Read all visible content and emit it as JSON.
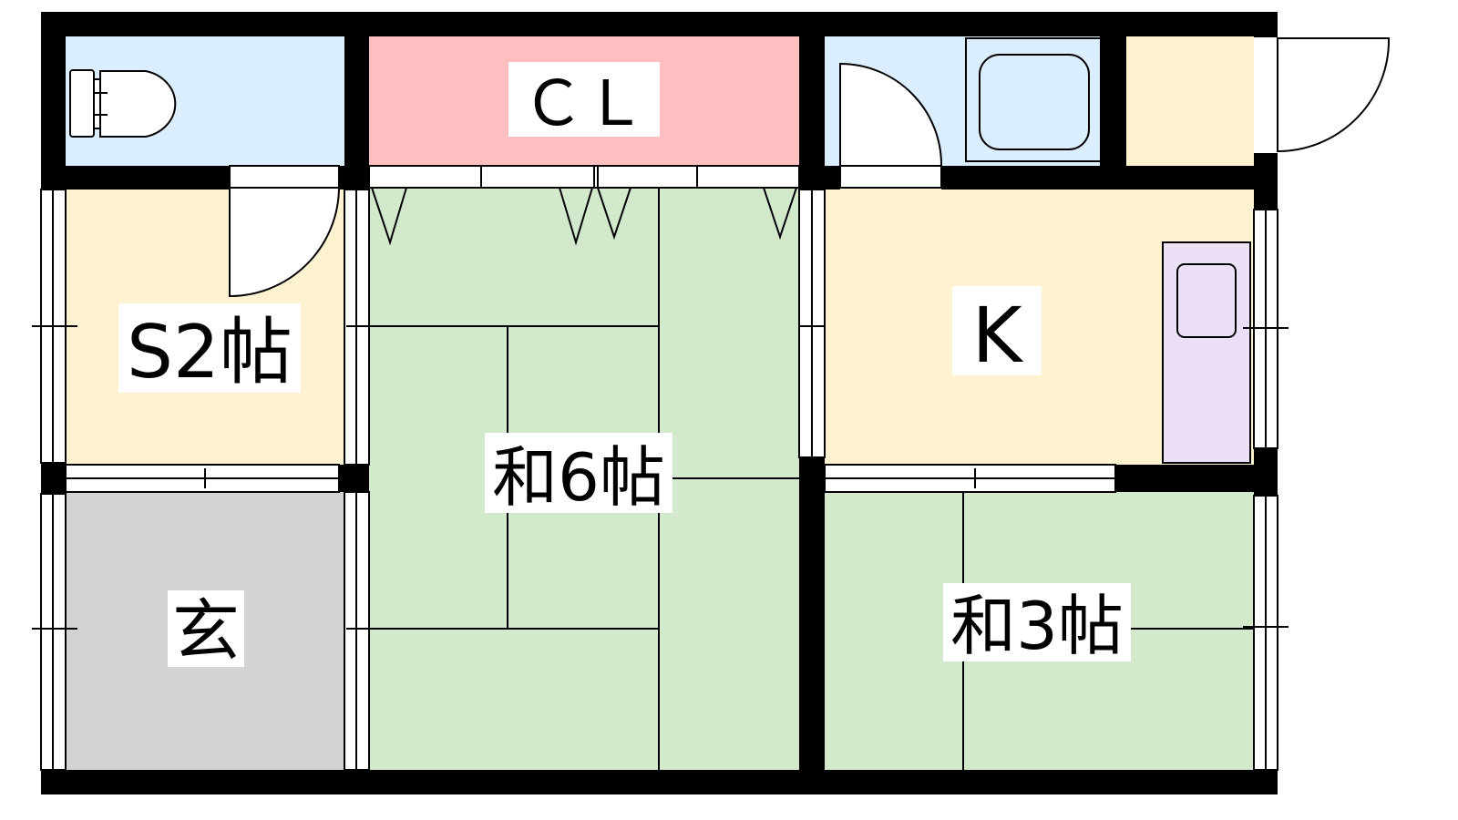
{
  "floorplan": {
    "rooms": [
      {
        "id": "toilet",
        "name": "",
        "color": "#dbeeff"
      },
      {
        "id": "closet",
        "name": "ＣＬ",
        "color": "#ffbfc0"
      },
      {
        "id": "bath",
        "name": "",
        "color": "#dbeeff"
      },
      {
        "id": "storage",
        "name": "",
        "color": "#fff2d1"
      },
      {
        "id": "service-room",
        "name": "S2帖",
        "color": "#fff2d1"
      },
      {
        "id": "washitsu-6",
        "name": "和6帖",
        "color": "#d3e9cc"
      },
      {
        "id": "kitchen",
        "name": "K",
        "color": "#fff2d1"
      },
      {
        "id": "entrance",
        "name": "玄",
        "color": "#d3d3d3"
      },
      {
        "id": "washitsu-3",
        "name": "和3帖",
        "color": "#d3e9cc"
      }
    ],
    "fixtures": {
      "sink_color": "#ece0f6",
      "wall_color": "#000000"
    }
  }
}
